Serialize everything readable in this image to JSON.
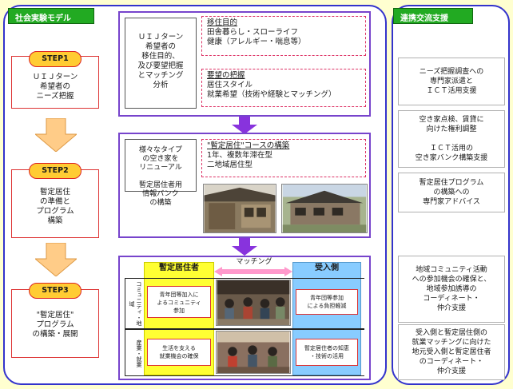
{
  "left_panel": {
    "title": "社会実験モデル",
    "steps": [
      {
        "label": "STEP1",
        "text": "ＵＩＪターン\n希望者の\nニーズ把握"
      },
      {
        "label": "STEP2",
        "text": "暫定居住\nの準備と\nプログラム\n構築"
      },
      {
        "label": "STEP3",
        "text": "\"暫定居住\"\nプログラム\nの構築・展開"
      }
    ]
  },
  "center": {
    "box1": {
      "left_text": "ＵＩＪターン\n希望者の\n移住目的、\n及び要望把握\nとマッチング\n分析",
      "purpose": {
        "heading": "移住目的",
        "lines": "田舎暮らし・スローライフ\n健康（アレルギー・喘息等）"
      },
      "request": {
        "heading": "要望の把握",
        "lines": "居住スタイル\n就業希望（技術や経験とマッチング）"
      }
    },
    "box2": {
      "left_text": "様々なタイプ\nの空き家を\nリニューアル\n\n暫定居住者用\n情報バンク\nの構築",
      "course": {
        "heading": "\"暫定居住\"コースの構築",
        "lines": "1年、複数年滞在型\n二地域居住型"
      }
    },
    "box3": {
      "resident_label": "暫定居住者",
      "matching_label": "マッチング",
      "receiver_label": "受入側",
      "row1_label": "コミュニティ・地域",
      "row2_label": "産業・就業",
      "cells": {
        "r1_left": "青年団等加入に\nよるコミュニティ\n参加",
        "r1_right": "青年団等参加\nによる負担軽減",
        "r2_left": "生活を支える\n就業機会の確保",
        "r2_right": "暫定居住者の知恵\n・技術の活用"
      }
    }
  },
  "right_panel": {
    "title": "連携交流支援",
    "items": [
      "ニーズ把握調査への\n専門家派遣と\nＩＣＴ活用支援",
      "空き家点検、賃貸に\n向けた権利調整\n\nＩＣＴ活用の\n空き家バンク構築支援",
      "暫定居住プログラム\nの構築への\n専門家アドバイス",
      "地域コミュニティ活動\nへの参加機会の確保と、\n地域参加誘導の\nコーディネート・\n仲介支援",
      "受入側と暫定居住側の\n就業マッチングに向けた\n地元受入側と暫定居住者\nのコーディネート・\n仲介支援"
    ]
  },
  "colors": {
    "panel_border": "#3333cc",
    "header_green": "#22aa22",
    "step_yellow": "#ffcc33",
    "arrow_orange": "#ffcc88",
    "arrow_purple": "#8833dd",
    "resident_yellow": "#ffff33",
    "receiver_blue": "#88ccff"
  }
}
